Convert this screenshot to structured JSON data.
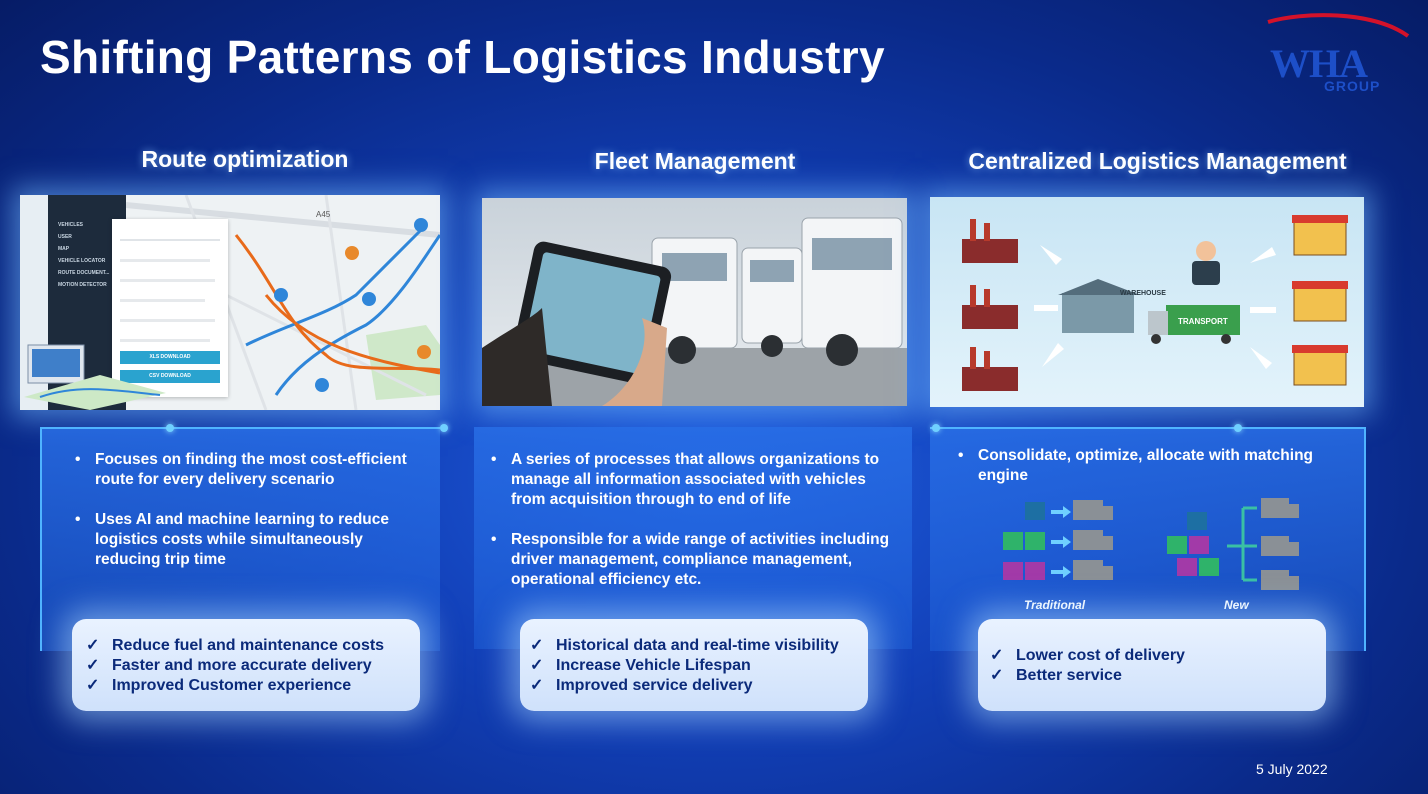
{
  "title": "Shifting Patterns of Logistics Industry",
  "logo": {
    "name": "WHA",
    "group": "GROUP"
  },
  "columns": [
    {
      "title": "Route optimization",
      "app": {
        "sidebar": [
          "VEHICLES",
          "USER",
          "MAP",
          "VEHICLE LOCATOR",
          "ROUTE DOCUMENT...",
          "MOTION DETECTOR"
        ],
        "road_label": "A45",
        "buttons": [
          "XLS DOWNLOAD",
          "CSV DOWNLOAD"
        ]
      },
      "bullets": [
        "Focuses on finding the most cost-efficient route for every delivery scenario",
        "Uses AI and machine learning to reduce logistics costs while simultaneously reducing trip time"
      ],
      "checks": [
        "Reduce fuel and maintenance costs",
        "Faster and more accurate delivery",
        "Improved Customer experience"
      ]
    },
    {
      "title": "Fleet Management",
      "bullets": [
        "A series of processes that allows organizations to manage all information associated with vehicles from acquisition through to end of life",
        "Responsible for a wide range of activities including driver management, compliance management, operational efficiency etc."
      ],
      "checks": [
        "Historical data and real-time visibility",
        "Increase Vehicle Lifespan",
        "Improved service delivery"
      ]
    },
    {
      "title": "Centralized Logistics Management",
      "diagram": {
        "warehouse": "WAREHOUSE",
        "transport": "TRANSPORT"
      },
      "bullets": [
        "Consolidate, optimize, allocate with matching engine"
      ],
      "compare": [
        "Traditional",
        "New"
      ],
      "checks": [
        "Lower cost of delivery",
        "Better service"
      ]
    }
  ],
  "date": "5 July 2022"
}
